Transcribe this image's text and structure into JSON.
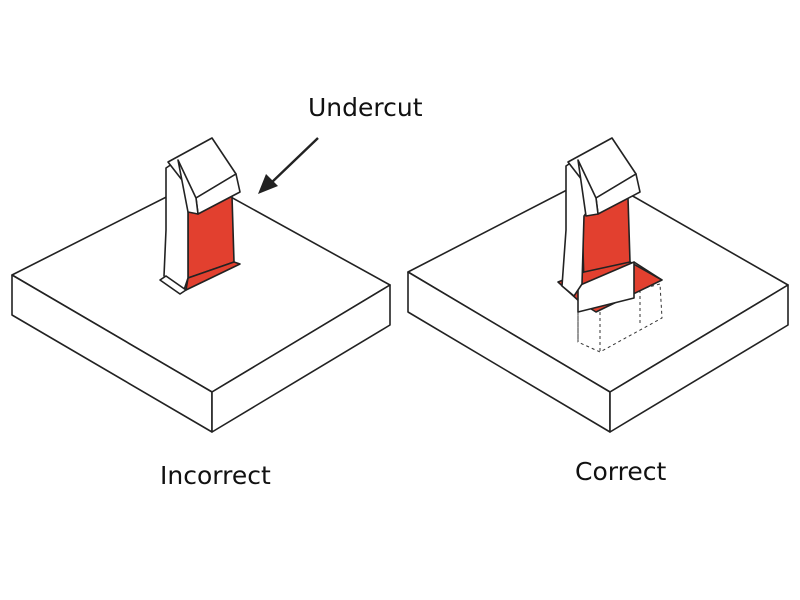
{
  "annotation": {
    "text": "Undercut"
  },
  "panels": [
    {
      "id": "incorrect",
      "caption": "Incorrect"
    },
    {
      "id": "correct",
      "caption": "Correct"
    }
  ],
  "colors": {
    "highlight": "#e2402f",
    "outline": "#222222",
    "background": "#ffffff"
  },
  "icons": [
    "arrow-icon"
  ]
}
